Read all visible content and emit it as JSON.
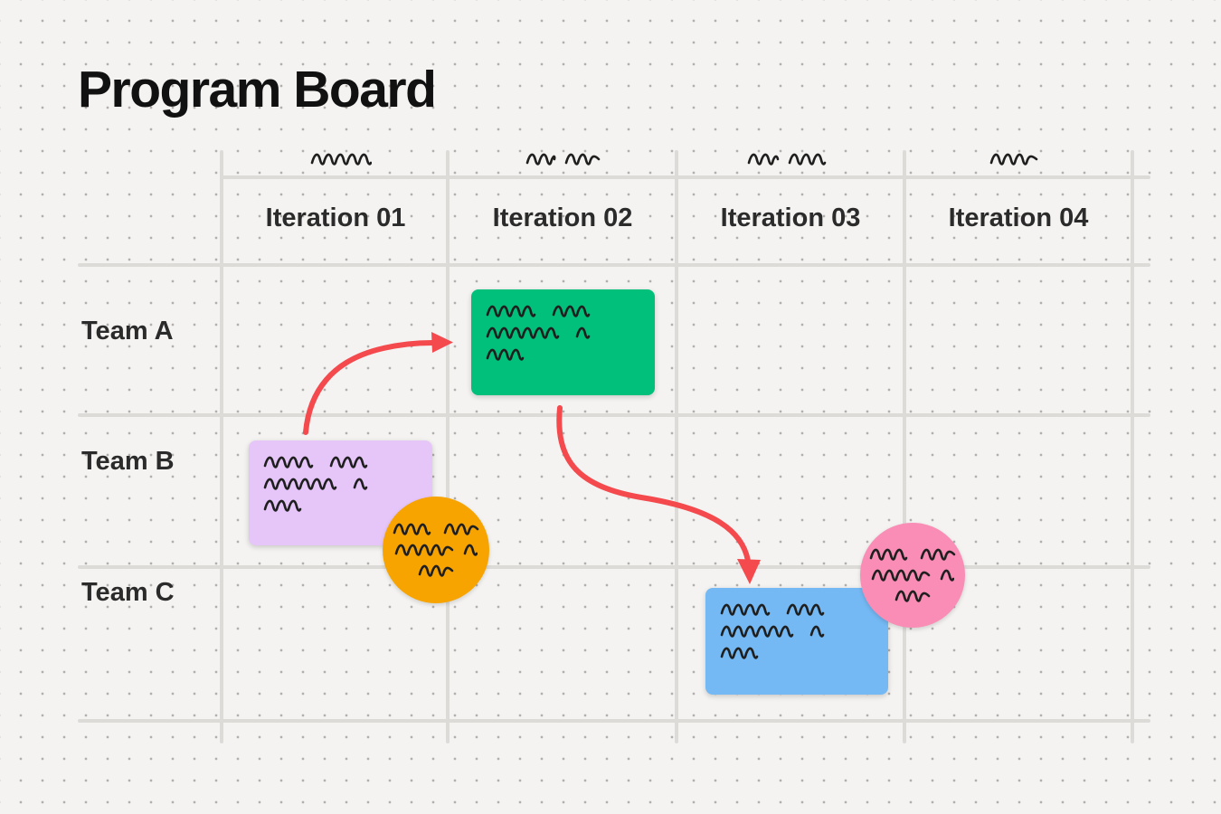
{
  "board": {
    "title": "Program Board",
    "background_color": "#F4F3F1",
    "dot_color": "#B1AEAB",
    "grid_line_color": "#DDDBD8",
    "ink_color": "#1F1F1F",
    "arrow_color": "#F4494D"
  },
  "columns": [
    {
      "label": "Iteration 01"
    },
    {
      "label": "Iteration 02"
    },
    {
      "label": "Iteration 03"
    },
    {
      "label": "Iteration 04"
    }
  ],
  "rows": [
    {
      "label": "Team A"
    },
    {
      "label": "Team B"
    },
    {
      "label": "Team C"
    }
  ],
  "stickies": [
    {
      "id": "green-sticky",
      "color": "#00C07B",
      "row": "Team A",
      "column": "Iteration 02"
    },
    {
      "id": "purple-sticky",
      "color": "#E6C6F9",
      "row": "Team B",
      "column": "Iteration 01"
    },
    {
      "id": "blue-sticky",
      "color": "#74B9F4",
      "row": "Team C",
      "column": "Iteration 03"
    }
  ],
  "circles": [
    {
      "id": "orange-circle",
      "color": "#F7A400",
      "row": "Team B",
      "column": "Iteration 01"
    },
    {
      "id": "pink-circle",
      "color": "#F98DB5",
      "row": "Team C",
      "column": "Iteration 03"
    }
  ],
  "connectors": [
    {
      "from": "purple-sticky",
      "to": "green-sticky"
    },
    {
      "from": "green-sticky",
      "to": "blue-sticky"
    }
  ]
}
